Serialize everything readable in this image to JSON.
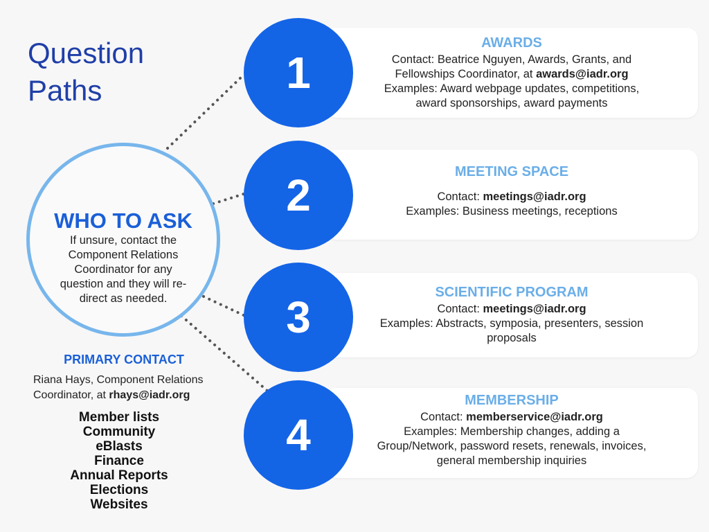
{
  "title": {
    "line1": "Question",
    "line2": "Paths"
  },
  "who_to_ask": {
    "heading": "WHO TO ASK",
    "lines": [
      "If unsure, contact the",
      "Component Relations",
      "Coordinator for any",
      "question and they will re-",
      "direct as needed."
    ]
  },
  "primary_contact": {
    "heading": "PRIMARY CONTACT",
    "line1": "Riana Hays, Component Relations",
    "line2_prefix": "Coordinator, at ",
    "line2_email": "rhays@iadr.org"
  },
  "topics": [
    "Member lists",
    "Community",
    "eBlasts",
    "Finance",
    "Annual Reports",
    "Elections",
    "Websites"
  ],
  "paths": [
    {
      "number": "1",
      "heading": "AWARDS",
      "lines": [
        {
          "text": "Contact: Beatrice Nguyen, Awards, Grants, and",
          "bold": ""
        },
        {
          "text": "Fellowships Coordinator, at ",
          "bold": "awards@iadr.org"
        },
        {
          "text": "Examples: Award webpage updates, competitions,",
          "bold": ""
        },
        {
          "text": "award sponsorships, award payments",
          "bold": ""
        }
      ]
    },
    {
      "number": "2",
      "heading": "MEETING SPACE",
      "lines": [
        {
          "text": "Contact: ",
          "bold": "meetings@iadr.org"
        },
        {
          "text": "Examples: Business meetings, receptions",
          "bold": ""
        }
      ]
    },
    {
      "number": "3",
      "heading": "SCIENTIFIC PROGRAM",
      "lines": [
        {
          "text": "Contact: ",
          "bold": "meetings@iadr.org"
        },
        {
          "text": "Examples: Abstracts, symposia, presenters, session",
          "bold": ""
        },
        {
          "text": "proposals",
          "bold": ""
        }
      ]
    },
    {
      "number": "4",
      "heading": "MEMBERSHIP",
      "lines": [
        {
          "text": "Contact: ",
          "bold": "memberservice@iadr.org"
        },
        {
          "text": "Examples: Membership changes, adding a",
          "bold": ""
        },
        {
          "text": "Group/Network, password resets, renewals, invoices,",
          "bold": ""
        },
        {
          "text": "general membership inquiries",
          "bold": ""
        }
      ]
    }
  ],
  "colors": {
    "title": "#1f3fa8",
    "number_circle": "#1464e6",
    "card_heading": "#6aaee8",
    "who_ring": "#77b6ec",
    "connector": "#555555"
  }
}
